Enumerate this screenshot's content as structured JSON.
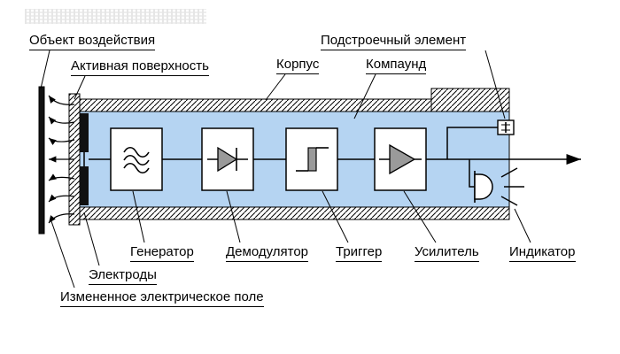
{
  "labels": {
    "object": "Объект воздействия",
    "active_surface": "Активная поверхность",
    "housing": "Корпус",
    "compound": "Компаунд",
    "trimmer": "Подстроечный элемент",
    "generator": "Генератор",
    "demodulator": "Демодулятор",
    "trigger": "Триггер",
    "amplifier": "Усилитель",
    "indicator": "Индикатор",
    "electrodes": "Электроды",
    "field": "Измененное электрическое поле"
  },
  "colors": {
    "compound_fill": "#b5d4f2",
    "block_fill": "#ffffff",
    "symbol_gray": "#9a9a9a",
    "line": "#000000",
    "background": "#ffffff"
  }
}
